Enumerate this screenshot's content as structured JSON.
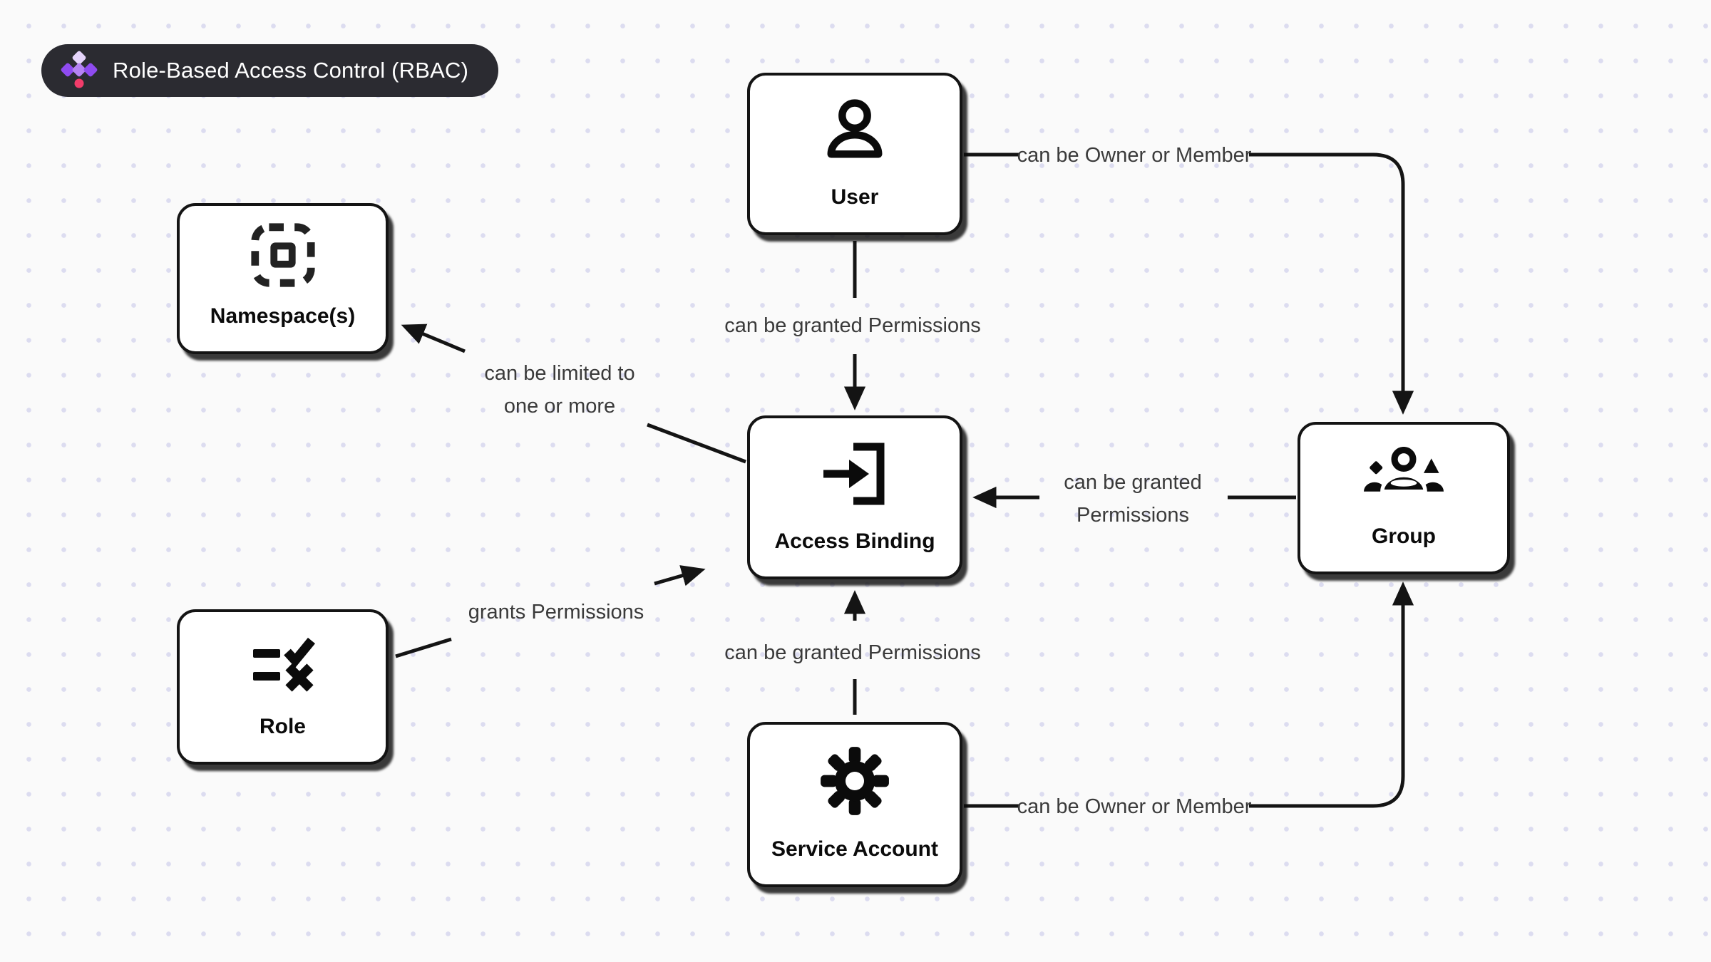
{
  "badge": {
    "title": "Role-Based Access Control (RBAC)",
    "logo_icon": "diamond-cluster-logo"
  },
  "nodes": {
    "user": {
      "label": "User",
      "icon": "person-icon"
    },
    "namespace": {
      "label": "Namespace(s)",
      "icon": "dashed-frame-icon"
    },
    "access_binding": {
      "label": "Access Binding",
      "icon": "sign-in-icon"
    },
    "group": {
      "label": "Group",
      "icon": "people-group-icon"
    },
    "role": {
      "label": "Role",
      "icon": "checklist-icon"
    },
    "service_account": {
      "label": "Service Account",
      "icon": "gear-icon"
    }
  },
  "edges": {
    "user_to_group": {
      "label": "can be Owner or Member"
    },
    "user_to_access_binding": {
      "label": "can be granted Permissions"
    },
    "group_to_access_binding": {
      "line1": "can be granted",
      "line2": "Permissions"
    },
    "service_account_to_group": {
      "label": "can be Owner or Member"
    },
    "service_account_to_access_binding": {
      "label": "can be granted Permissions"
    },
    "access_binding_to_namespace": {
      "line1": "can be limited to",
      "line2": "one or more"
    },
    "role_to_access_binding": {
      "label": "grants Permissions"
    }
  },
  "colors": {
    "background": "#fafafa",
    "grid_dot": "#dcdcf0",
    "line": "#141414",
    "node_fill": "#ffffff",
    "node_border": "#141414",
    "edge_label_text": "#3a3a3a",
    "badge_bg": "#2b2b31",
    "badge_text": "#ffffff",
    "logo_purple_dark": "#8f4bf0",
    "logo_purple_mid": "#b583f3",
    "logo_purple_light": "#e5d4fa",
    "logo_pink": "#f23c6a"
  }
}
